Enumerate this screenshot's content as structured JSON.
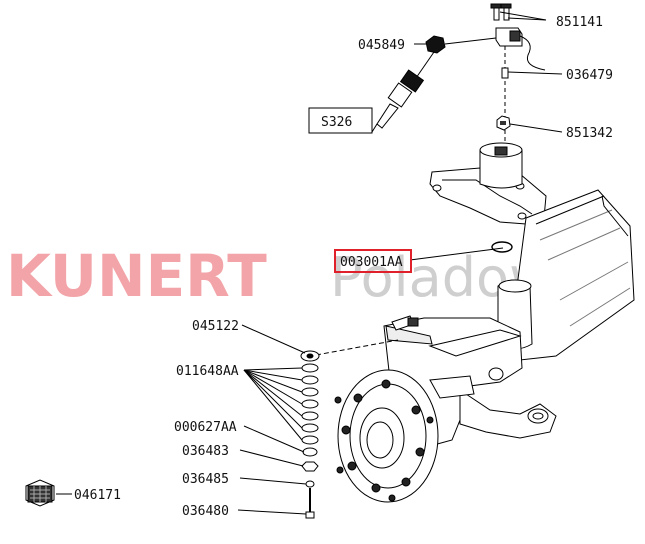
{
  "watermark": {
    "brand": "KUNERT",
    "suffix": "Poladowo"
  },
  "parts": {
    "p851141": "851141",
    "p045849": "045849",
    "p036479": "036479",
    "p851342": "851342",
    "p003001AA": "003001AA",
    "p045122": "045122",
    "p011648AA": "011648AA",
    "p000627AA": "000627AA",
    "p036483": "036483",
    "p036485": "036485",
    "p036480": "036480",
    "p046171": "046171"
  },
  "ref_box": {
    "label": "S326"
  },
  "highlight": {
    "part": "003001AA",
    "color": "#e0202a"
  }
}
